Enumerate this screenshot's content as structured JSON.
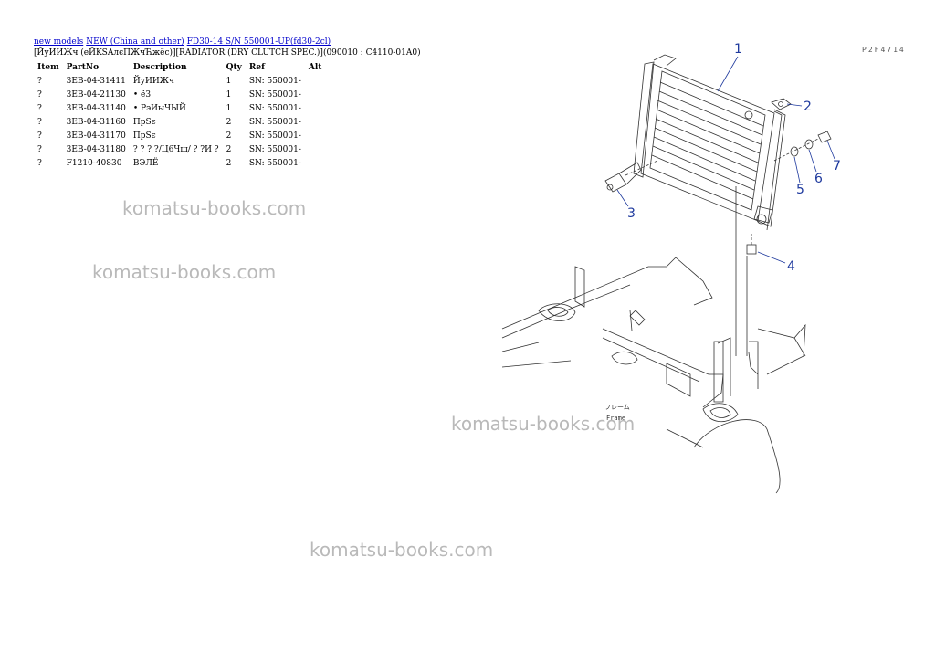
{
  "breadcrumb": {
    "link1": "new models",
    "link2": "NEW (China and other)",
    "link3": "FD30-14 S/N 550001-UP(fd30-2cl)"
  },
  "subtitle": "[ЙуИИЖч (еЙKSAлєПЖчЋжёс)][RADIATOR (DRY CLUTCH SPEC.)](090010 : C4110-01A0)",
  "table": {
    "headers": [
      "Item",
      "PartNo",
      "Description",
      "Qty",
      "Ref",
      "Alt"
    ],
    "rows": [
      {
        "item": "?",
        "part": "3EB-04-31411",
        "desc": "ЙуИИЖч",
        "qty": "1",
        "ref": "SN: 550001-"
      },
      {
        "item": "?",
        "part": "3EB-04-21130",
        "desc": "• ё3",
        "qty": "1",
        "ref": "SN: 550001-"
      },
      {
        "item": "?",
        "part": "3EB-04-31140",
        "desc": "• РэИыЧЫЙ",
        "qty": "1",
        "ref": "SN: 550001-"
      },
      {
        "item": "?",
        "part": "3EB-04-31160",
        "desc": "ПрЅє",
        "qty": "2",
        "ref": "SN: 550001-"
      },
      {
        "item": "?",
        "part": "3EB-04-31170",
        "desc": "ПрЅє",
        "qty": "2",
        "ref": "SN: 550001-"
      },
      {
        "item": "?",
        "part": "3EB-04-31180",
        "desc": "? ? ? ?/Ц6Чщ/ ? ?И ?",
        "qty": "2",
        "ref": "SN: 550001-"
      },
      {
        "item": "?",
        "part": "F1210-40830",
        "desc": "ВЭЛЁ",
        "qty": "2",
        "ref": "SN: 550001-"
      }
    ]
  },
  "watermarks": [
    "komatsu-books.com",
    "komatsu-books.com",
    "komatsu-books.com",
    "komatsu-books.com"
  ],
  "drawing": {
    "page_code": "P2F4714",
    "callouts": [
      "1",
      "2",
      "3",
      "4",
      "5",
      "6",
      "7"
    ],
    "front_label_top": "フレーム",
    "front_label_bottom": "Frame",
    "callout_color": "#1f3a9e"
  }
}
